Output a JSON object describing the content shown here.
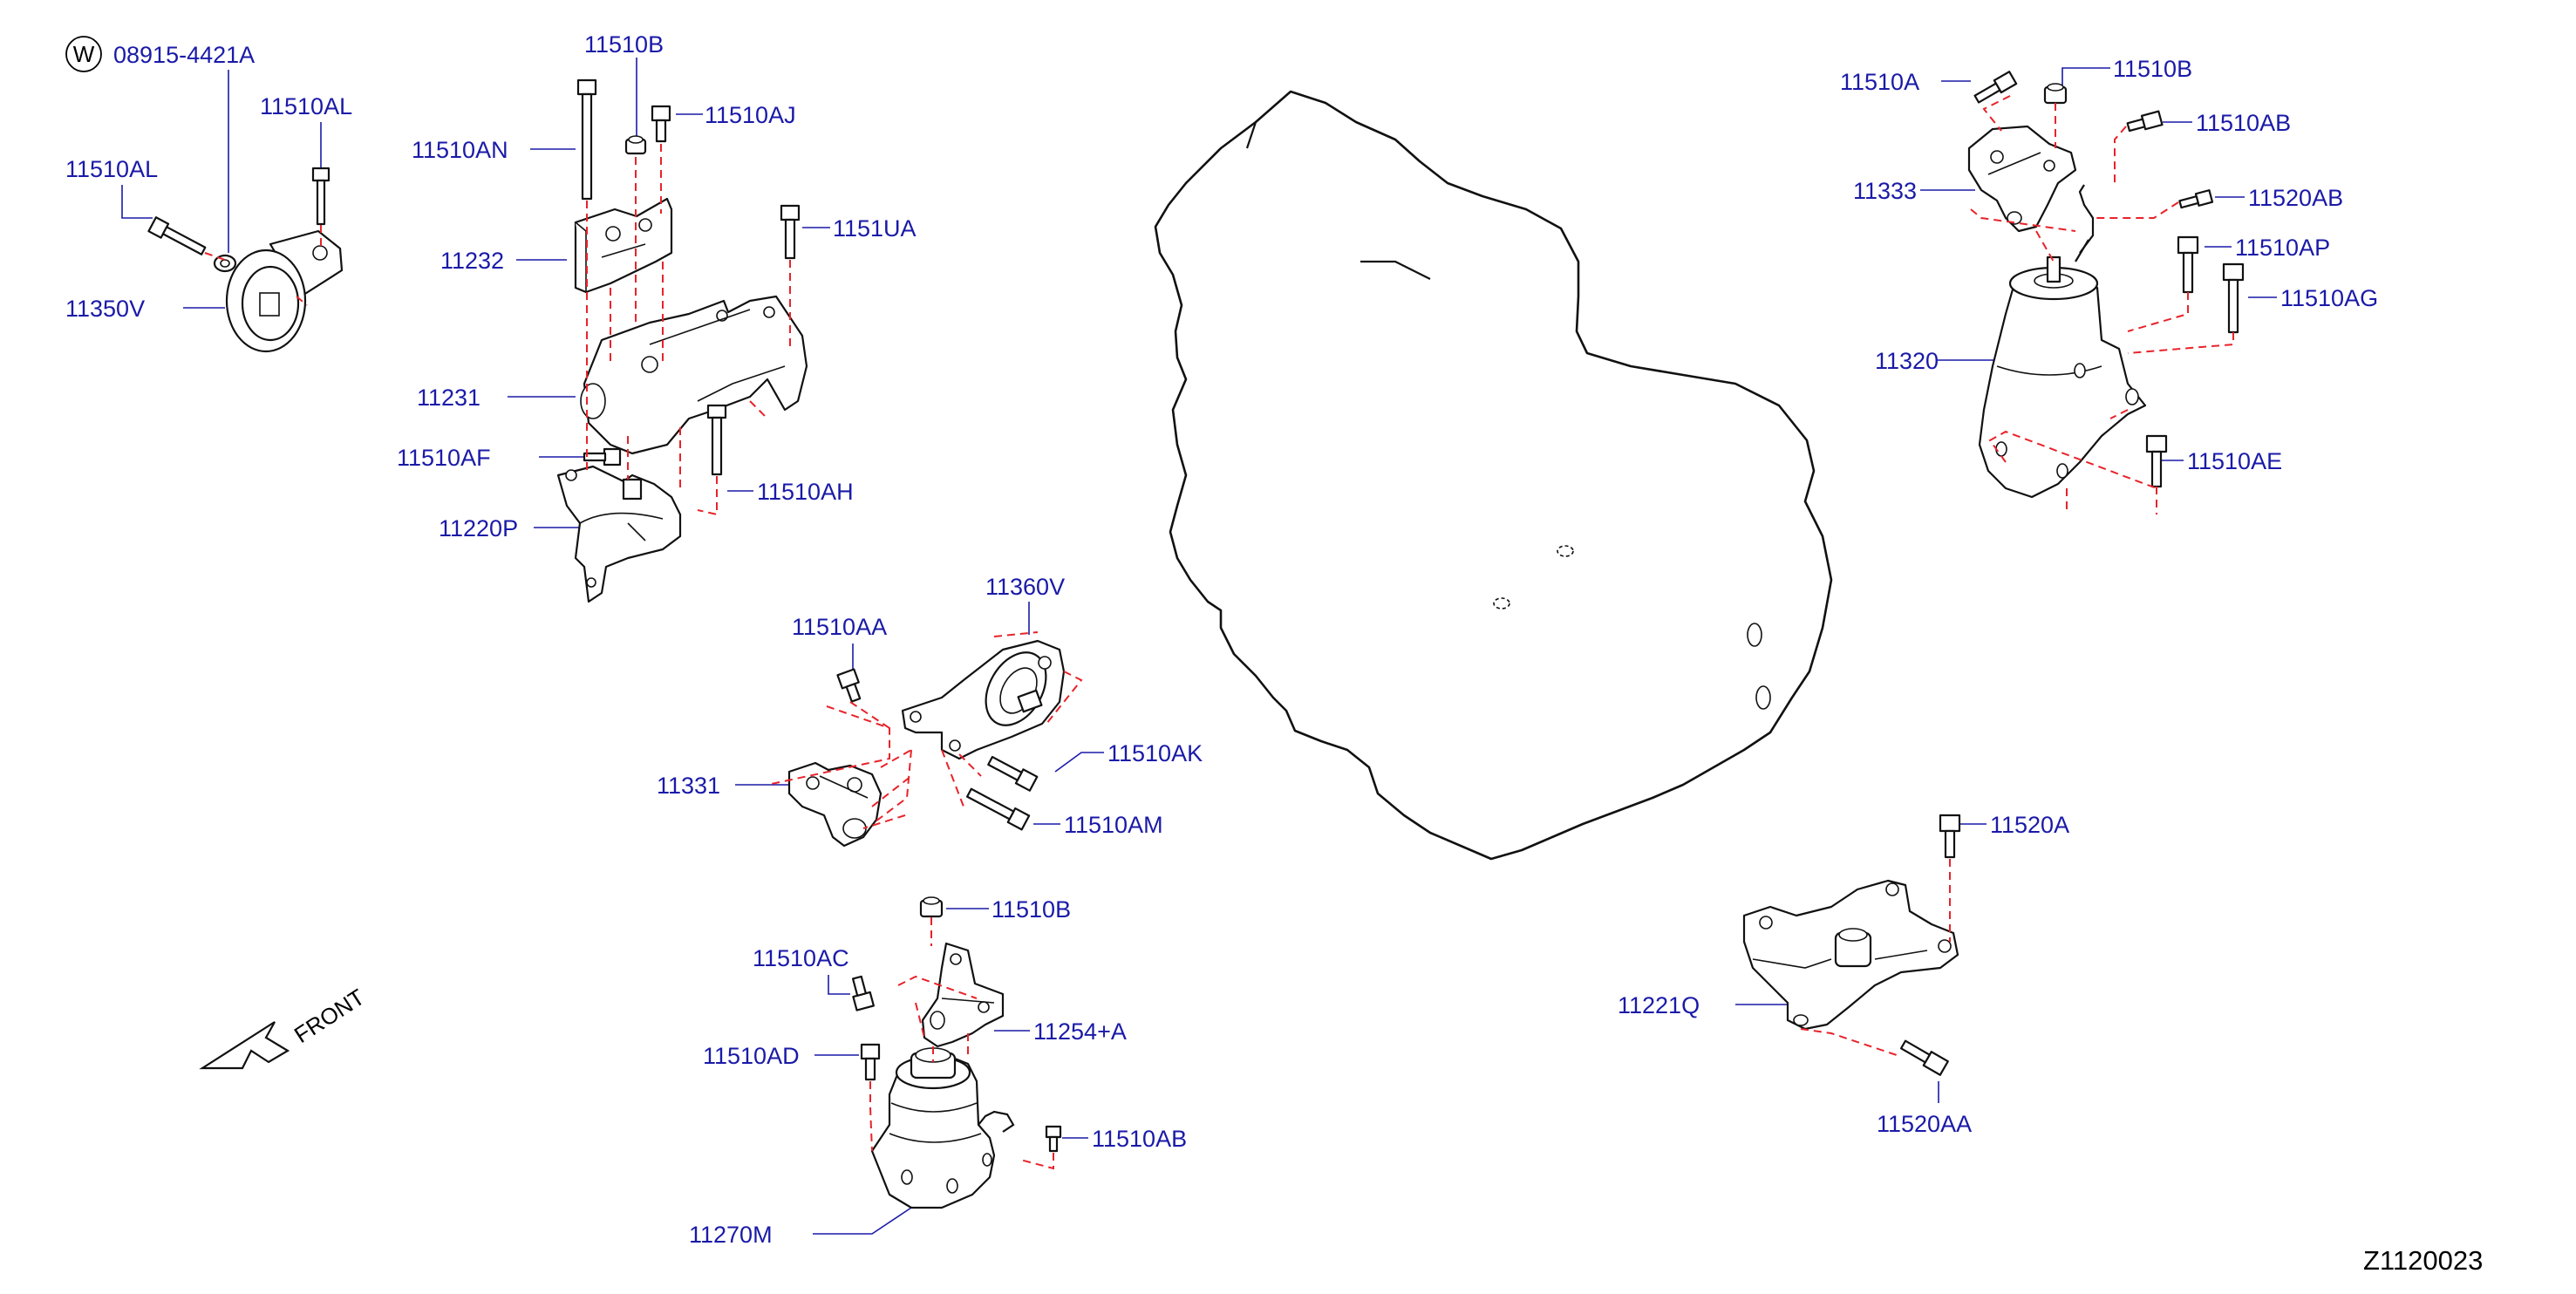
{
  "diagram": {
    "drawing_code": "Z1120023",
    "front_label": "FRONT",
    "washer_symbol": "W",
    "washer_part": "08915-4421A",
    "labels": {
      "p11510AL_a": "11510AL",
      "p11510AL_b": "11510AL",
      "p11350V": "11350V",
      "p11510B_1": "11510B",
      "p11510AJ": "11510AJ",
      "p11510AN": "11510AN",
      "p11232": "11232",
      "p1151UA": "1151UA",
      "p11231": "11231",
      "p11510AF": "11510AF",
      "p11510AH": "11510AH",
      "p11220P": "11220P",
      "p11360V": "11360V",
      "p11510AA": "11510AA",
      "p11510AK": "11510AK",
      "p11331": "11331",
      "p11510AM": "11510AM",
      "p11510B_2": "11510B",
      "p11510AC": "11510AC",
      "p11254A": "11254+A",
      "p11510AD": "11510AD",
      "p11510AB_1": "11510AB",
      "p11270M": "11270M",
      "p11510A": "11510A",
      "p11510B_3": "11510B",
      "p11510AB_2": "11510AB",
      "p11333": "11333",
      "p11520AB": "11520AB",
      "p11510AP": "11510AP",
      "p11510AG": "11510AG",
      "p11320": "11320",
      "p11510AE": "11510AE",
      "p11520A": "11520A",
      "p11221Q": "11221Q",
      "p11520AA": "11520AA"
    }
  }
}
